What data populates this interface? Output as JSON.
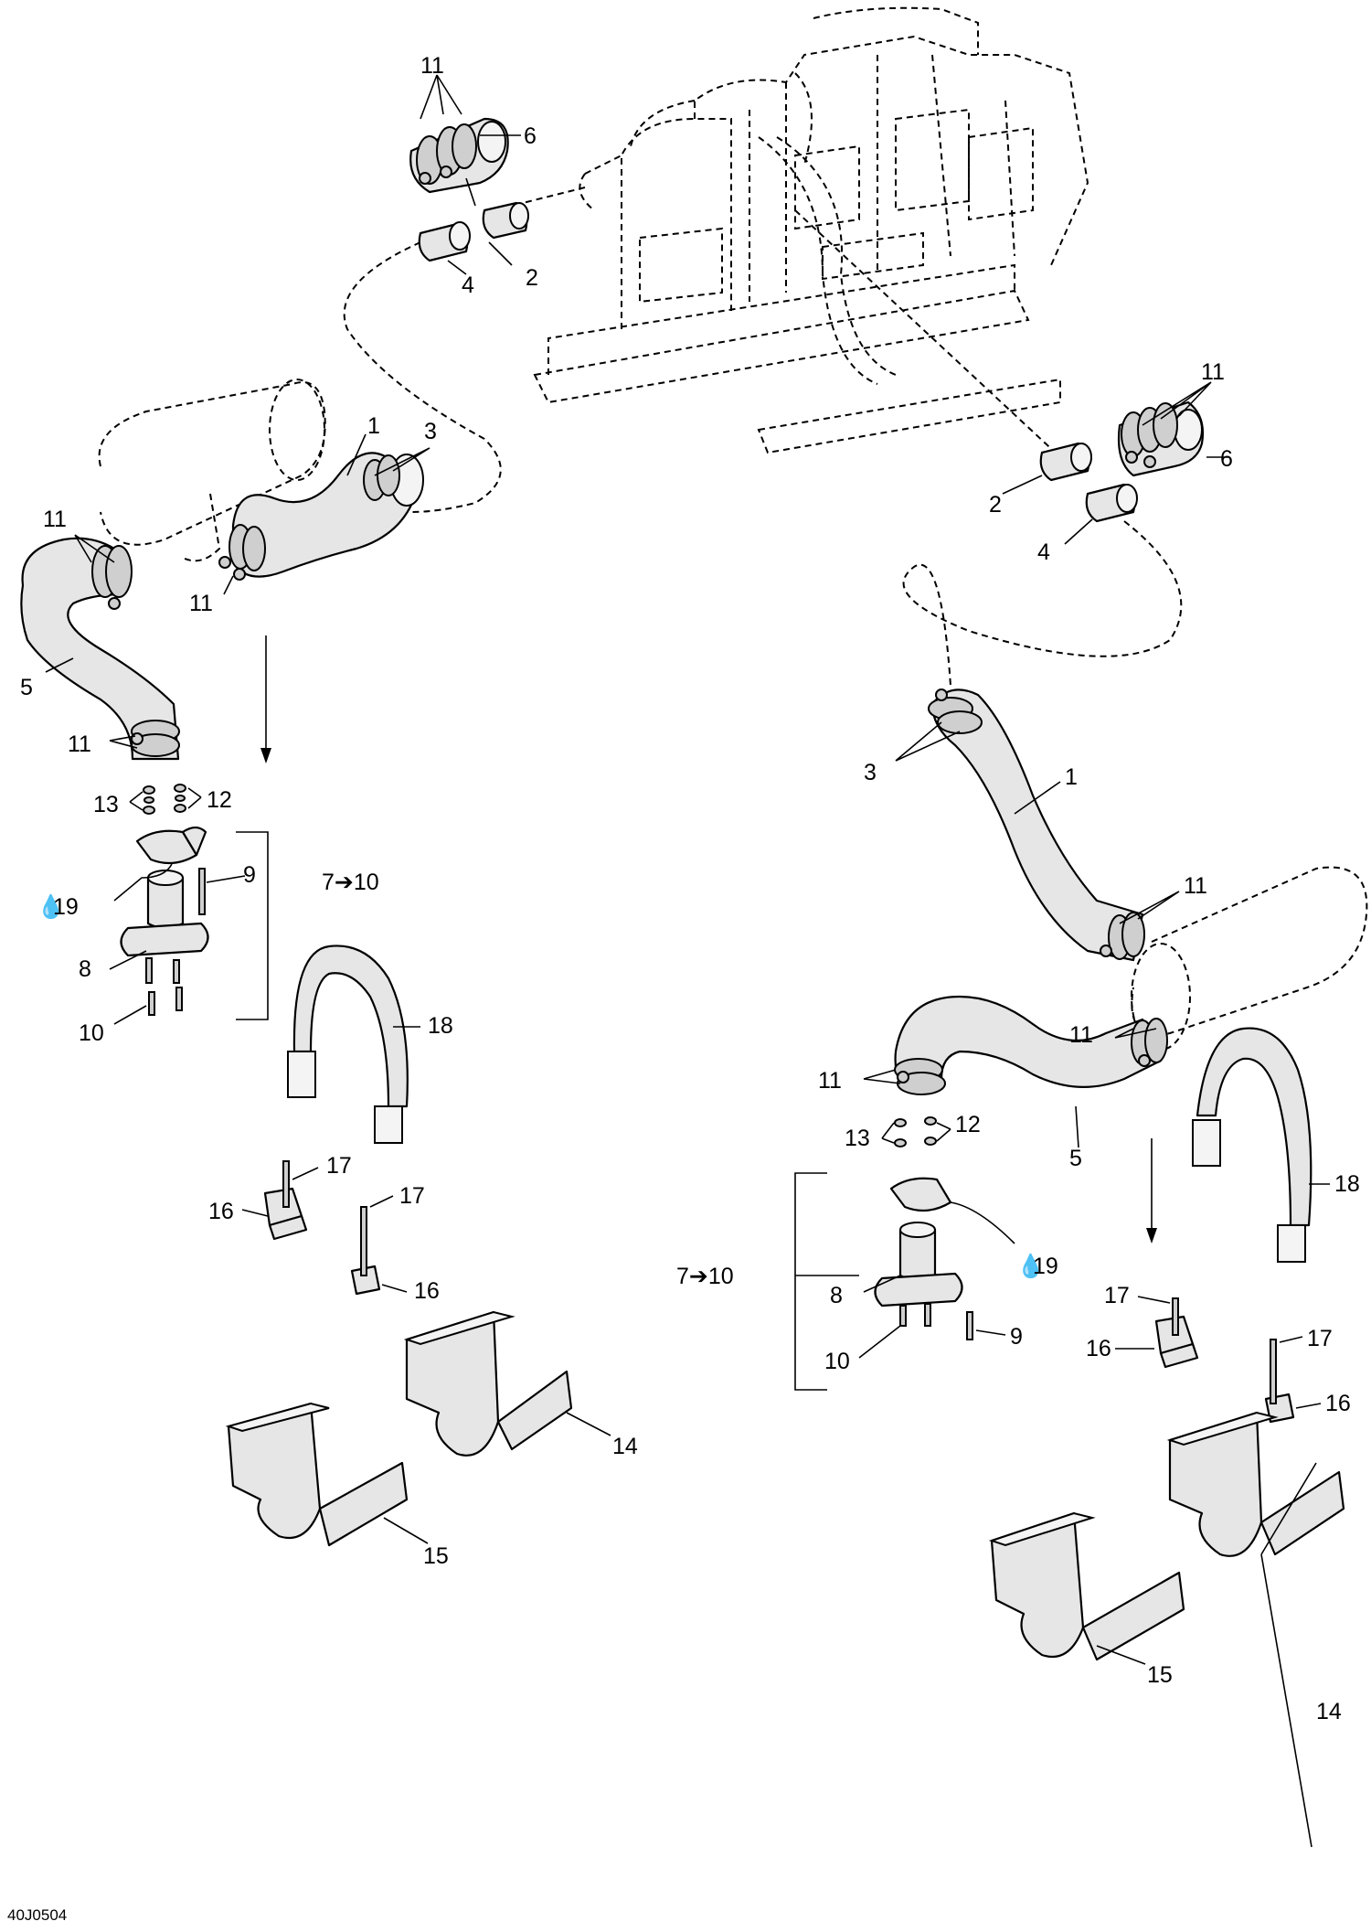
{
  "diagram_ref": "40J0504",
  "callouts": {
    "c1": "11",
    "c2": "6",
    "c3": "2",
    "c4": "4",
    "c5": "1",
    "c6": "3",
    "c7": "11",
    "c8": "11",
    "c9": "5",
    "c10": "11",
    "c11": "13",
    "c12": "12",
    "c13": "9",
    "c14": "7➔10",
    "c15": "19",
    "c16": "8",
    "c17": "10",
    "c18": "18",
    "c19": "17",
    "c20": "16",
    "c21": "17",
    "c22": "16",
    "c23": "14",
    "c24": "15",
    "c25": "11",
    "c26": "6",
    "c27": "2",
    "c28": "4",
    "c29": "3",
    "c30": "1",
    "c31": "11",
    "c32": "11",
    "c33": "11",
    "c34": "5",
    "c35": "13",
    "c36": "12",
    "c37": "7➔10",
    "c38": "19",
    "c39": "8",
    "c40": "10",
    "c41": "9",
    "c42": "18",
    "c43": "17",
    "c44": "16",
    "c45": "17",
    "c46": "16",
    "c47": "14",
    "c48": "15"
  }
}
